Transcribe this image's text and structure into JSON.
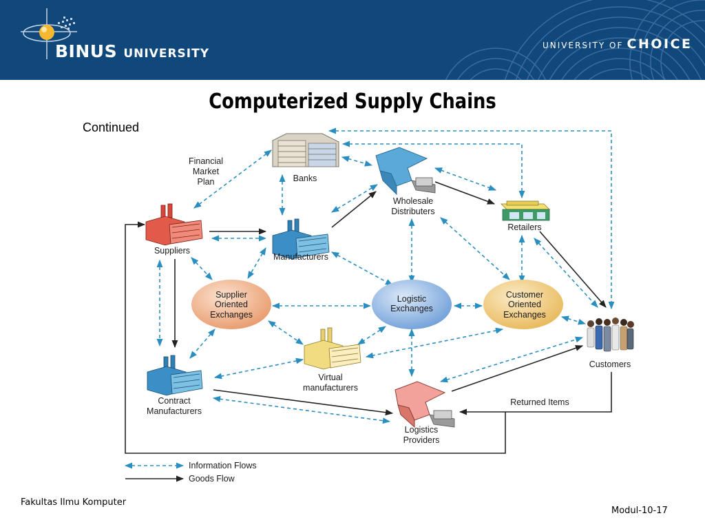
{
  "header": {
    "logo_main": "BINUS",
    "logo_sub": "UNIVERSITY",
    "tagline_prefix": "UNIVERSITY OF",
    "tagline_word": "CHOICE"
  },
  "slide": {
    "title": "Computerized Supply Chains",
    "subtitle": "Continued"
  },
  "diagram": {
    "nodes": {
      "financial_plan": [
        "Financial",
        "Market",
        "Plan"
      ],
      "banks": [
        "Banks"
      ],
      "wholesale": [
        "Wholesale",
        "Distributers"
      ],
      "retailers": [
        "Retailers"
      ],
      "suppliers": [
        "Suppliers"
      ],
      "manufacturers": [
        "Manufacturers"
      ],
      "supplier_exchanges": [
        "Supplier",
        "Oriented",
        "Exchanges"
      ],
      "logistic_exchanges": [
        "Logistic",
        "Exchanges"
      ],
      "customer_exchanges": [
        "Customer",
        "Oriented",
        "Exchanges"
      ],
      "customers": [
        "Customers"
      ],
      "virtual_manufacturers": [
        "Virtual",
        "manufacturers"
      ],
      "contract_manufacturers": [
        "Contract",
        "Manufacturers"
      ],
      "logistics_providers": [
        "Logistics",
        "Providers"
      ],
      "returned_items": [
        "Returned Items"
      ]
    },
    "legend": {
      "information": "Information Flows",
      "goods": "Goods Flow"
    },
    "colors": {
      "information_flow": "#2a8fc0",
      "goods_flow": "#222222",
      "supplier_exchanges_fill": "#f0b48e",
      "logistic_exchanges_fill": "#8fb8e8",
      "customer_exchanges_fill": "#f2cc82"
    }
  },
  "footer": {
    "left": "Fakultas Ilmu Komputer",
    "right": "Modul-10-17"
  }
}
